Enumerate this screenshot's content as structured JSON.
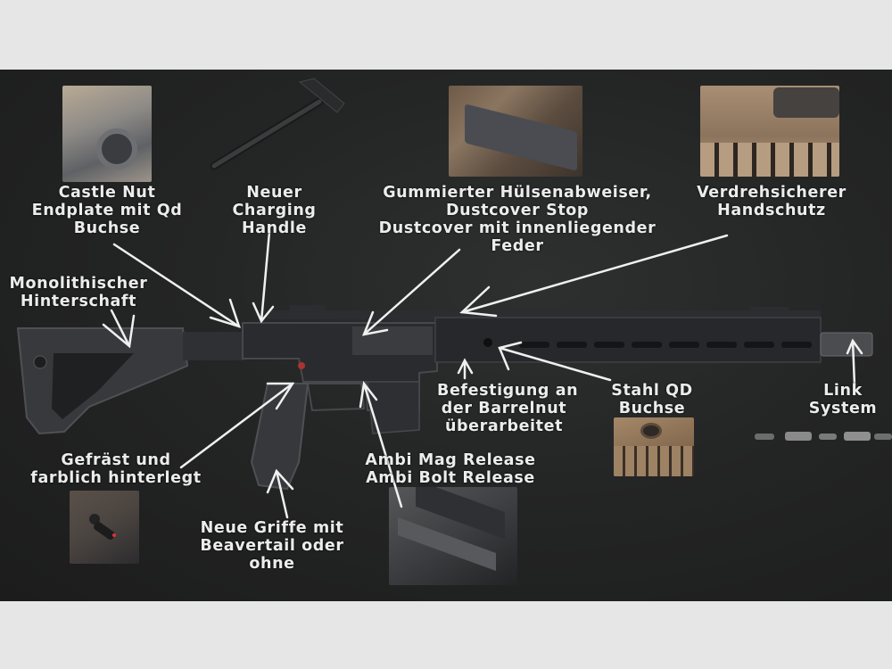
{
  "colors": {
    "page_background": "#e6e6e6",
    "board_background": "#262727",
    "label_text": "#ececec",
    "arrow": "#f0f0f0",
    "bronze": "#9a7a5c",
    "rifle_black": "#2c2d2f",
    "rifle_grey": "#45474a"
  },
  "labels": {
    "castle_nut": "Castle Nut\nEndplate mit Qd\nBuchse",
    "charging_handle": "Neuer\nCharging\nHandle",
    "dustcover": "Gummierter Hülsenabweiser,\nDustcover Stop\nDustcover mit innenliegender\nFeder",
    "handguard": "Verdrehsicherer\nHandschutz",
    "stock": "Monolithischer\nHinterschaft",
    "barrelnut": "Befestigung an\nder Barrelnut\nüberarbeitet",
    "qd_socket": "Stahl QD\nBuchse",
    "link_system": "Link\nSystem",
    "milled": "Gefräst und\nfarblich hinterlegt",
    "ambi": "Ambi Mag Release\nAmbi Bolt Release",
    "grips": "Neue Griffe mit\nBeavertail oder\nohne"
  },
  "photos": [
    {
      "name": "castle-nut-endplate-photo"
    },
    {
      "name": "charging-handle-photo"
    },
    {
      "name": "dustcover-photo"
    },
    {
      "name": "handguard-photo"
    },
    {
      "name": "qd-socket-photo"
    },
    {
      "name": "milled-selector-photo"
    },
    {
      "name": "ambi-release-photo"
    },
    {
      "name": "link-system-parts-photo"
    }
  ]
}
